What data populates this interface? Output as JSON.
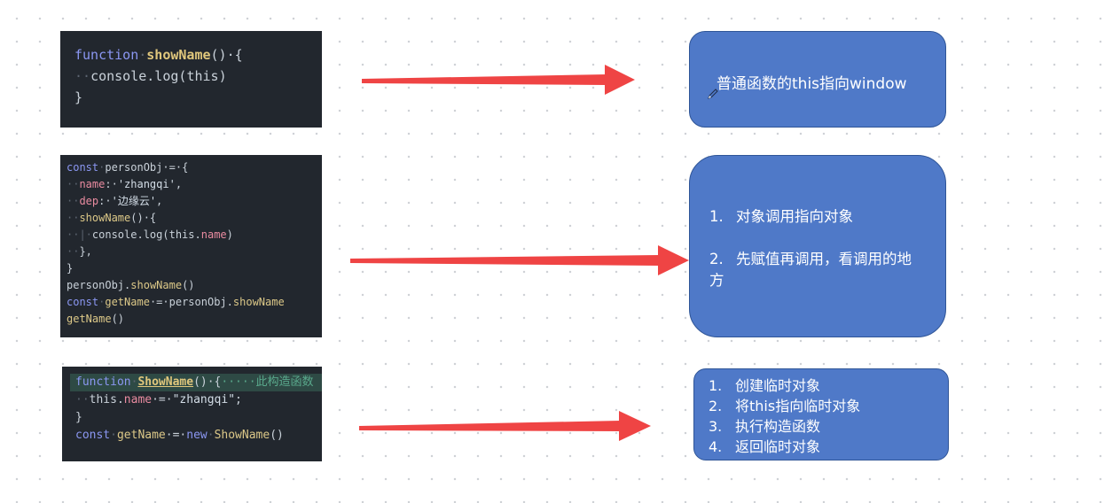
{
  "code_snippets": {
    "function_call": {
      "lines": [
        [
          {
            "t": "function",
            "c": "kw"
          },
          {
            "t": "·",
            "c": "dt"
          },
          {
            "t": "showName",
            "c": "fn"
          },
          {
            "t": "()·{",
            "c": "pu"
          }
        ],
        [
          {
            "t": "··",
            "c": "dt"
          },
          {
            "t": "console.log(",
            "c": "pu"
          },
          {
            "t": "this",
            "c": "pu"
          },
          {
            "t": ")",
            "c": "pu"
          }
        ],
        [
          {
            "t": "}",
            "c": "pu"
          }
        ]
      ]
    },
    "method_call": {
      "lines": [
        [
          {
            "t": "const",
            "c": "kw"
          },
          {
            "t": "·",
            "c": "dt"
          },
          {
            "t": "personObj",
            "c": "pu"
          },
          {
            "t": "·=·{",
            "c": "pu"
          }
        ],
        [
          {
            "t": "··",
            "c": "dt"
          },
          {
            "t": "name",
            "c": "pr"
          },
          {
            "t": ":·",
            "c": "pu"
          },
          {
            "t": "'zhangqi'",
            "c": "st"
          },
          {
            "t": ",",
            "c": "pu"
          }
        ],
        [
          {
            "t": "··",
            "c": "dt"
          },
          {
            "t": "dep",
            "c": "pr"
          },
          {
            "t": ":·",
            "c": "pu"
          },
          {
            "t": "'边缘云'",
            "c": "st"
          },
          {
            "t": ",",
            "c": "pu"
          }
        ],
        [
          {
            "t": "··",
            "c": "dt"
          },
          {
            "t": "showName",
            "c": "fn2"
          },
          {
            "t": "()·{",
            "c": "pu"
          }
        ],
        [
          {
            "t": "··|·",
            "c": "dt"
          },
          {
            "t": "console.log(",
            "c": "pu"
          },
          {
            "t": "this",
            "c": "pu"
          },
          {
            "t": ".",
            "c": "pu"
          },
          {
            "t": "name",
            "c": "pr"
          },
          {
            "t": ")",
            "c": "pu"
          }
        ],
        [
          {
            "t": "··",
            "c": "dt"
          },
          {
            "t": "},",
            "c": "pu"
          }
        ],
        [
          {
            "t": "}",
            "c": "pu"
          }
        ],
        [
          {
            "t": "personObj",
            "c": "pu"
          },
          {
            "t": ".",
            "c": "pu"
          },
          {
            "t": "showName",
            "c": "fn2"
          },
          {
            "t": "()",
            "c": "pu"
          }
        ],
        [
          {
            "t": "const",
            "c": "kw"
          },
          {
            "t": "·",
            "c": "dt"
          },
          {
            "t": "getName",
            "c": "fn2"
          },
          {
            "t": "·=·",
            "c": "pu"
          },
          {
            "t": "personObj",
            "c": "pu"
          },
          {
            "t": ".",
            "c": "pu"
          },
          {
            "t": "showName",
            "c": "fn2"
          }
        ],
        [
          {
            "t": "getName",
            "c": "fn2"
          },
          {
            "t": "()",
            "c": "pu"
          }
        ]
      ]
    },
    "constructor_call": {
      "lines": [
        [
          {
            "t": "function",
            "c": "kw"
          },
          {
            "t": "·",
            "c": "dt"
          },
          {
            "t": "ShowName",
            "c": "fn ul"
          },
          {
            "t": "()·{",
            "c": "pu"
          },
          {
            "t": "·····此构造函数",
            "c": "cm"
          }
        ],
        [
          {
            "t": "··",
            "c": "dt"
          },
          {
            "t": "this",
            "c": "pu"
          },
          {
            "t": ".",
            "c": "pu"
          },
          {
            "t": "name",
            "c": "pr"
          },
          {
            "t": "·=·",
            "c": "pu"
          },
          {
            "t": "\"zhangqi\"",
            "c": "st"
          },
          {
            "t": ";",
            "c": "pu"
          }
        ],
        [
          {
            "t": "}",
            "c": "pu"
          }
        ],
        [
          {
            "t": "const",
            "c": "kw"
          },
          {
            "t": "·",
            "c": "dt"
          },
          {
            "t": "getName",
            "c": "fn2"
          },
          {
            "t": "·=·",
            "c": "pu"
          },
          {
            "t": "new",
            "c": "kw"
          },
          {
            "t": "·",
            "c": "dt"
          },
          {
            "t": "ShowName",
            "c": "fn2"
          },
          {
            "t": "()",
            "c": "pu"
          }
        ]
      ],
      "highlight_line": 0
    }
  },
  "notes": {
    "function_call": {
      "text": "普通函数的this指向window"
    },
    "method_call": {
      "items": [
        {
          "num": "1.",
          "text": "对象调用指向对象"
        },
        {
          "num": "2.",
          "text": "先赋值再调用，看调用的地方"
        }
      ]
    },
    "constructor_call": {
      "items": [
        {
          "num": "1.",
          "text": "创建临时对象"
        },
        {
          "num": "2.",
          "text": "将this指向临时对象"
        },
        {
          "num": "3.",
          "text": "执行构造函数"
        },
        {
          "num": "4.",
          "text": "返回临时对象"
        }
      ]
    }
  },
  "colors": {
    "arrow": "#ef4444",
    "box_fill": "#4f79c8",
    "box_border": "#2f5597",
    "code_bg": "#22272e"
  },
  "icons": {
    "pencil": "pencil-icon"
  }
}
